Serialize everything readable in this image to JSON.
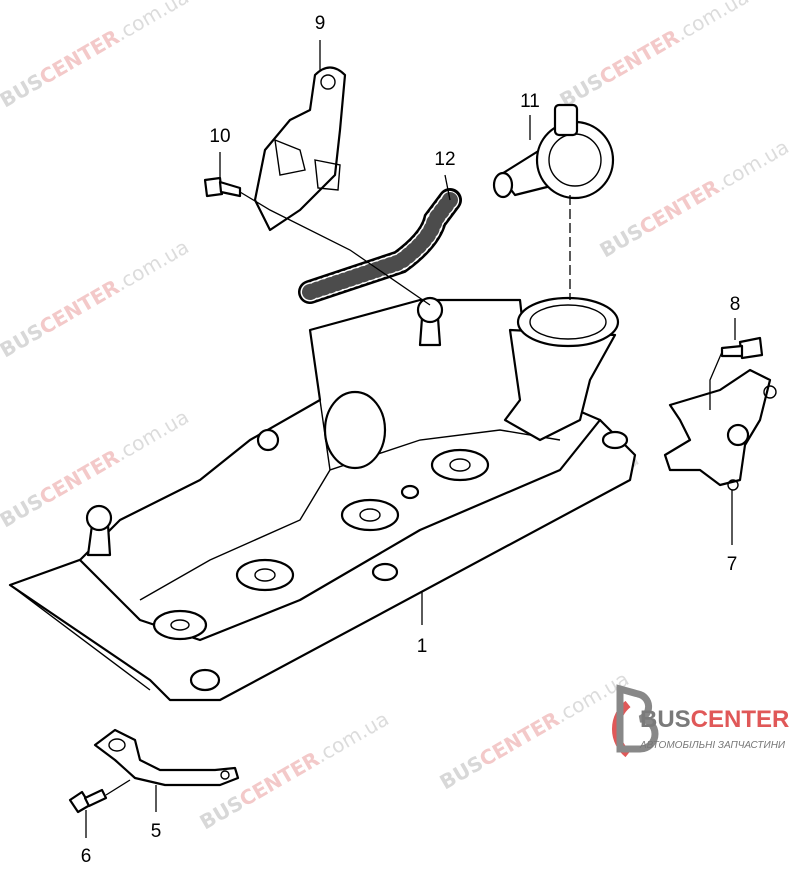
{
  "watermark": {
    "brand_a": "BUS",
    "brand_b": "CENTER",
    "suffix": ".com.ua"
  },
  "callouts": [
    {
      "id": "1",
      "label": "1"
    },
    {
      "id": "5",
      "label": "5"
    },
    {
      "id": "6",
      "label": "6"
    },
    {
      "id": "7",
      "label": "7"
    },
    {
      "id": "8",
      "label": "8"
    },
    {
      "id": "9",
      "label": "9"
    },
    {
      "id": "10",
      "label": "10"
    },
    {
      "id": "11",
      "label": "11"
    },
    {
      "id": "12",
      "label": "12"
    }
  ],
  "logo": {
    "name_a": "BUS",
    "name_b": "CENTER",
    "tagline": "АВТОМОБІЛЬНІ ЗАПЧАСТИНИ"
  },
  "colors": {
    "accent": "#e05858",
    "grey": "#7a7a7a"
  }
}
